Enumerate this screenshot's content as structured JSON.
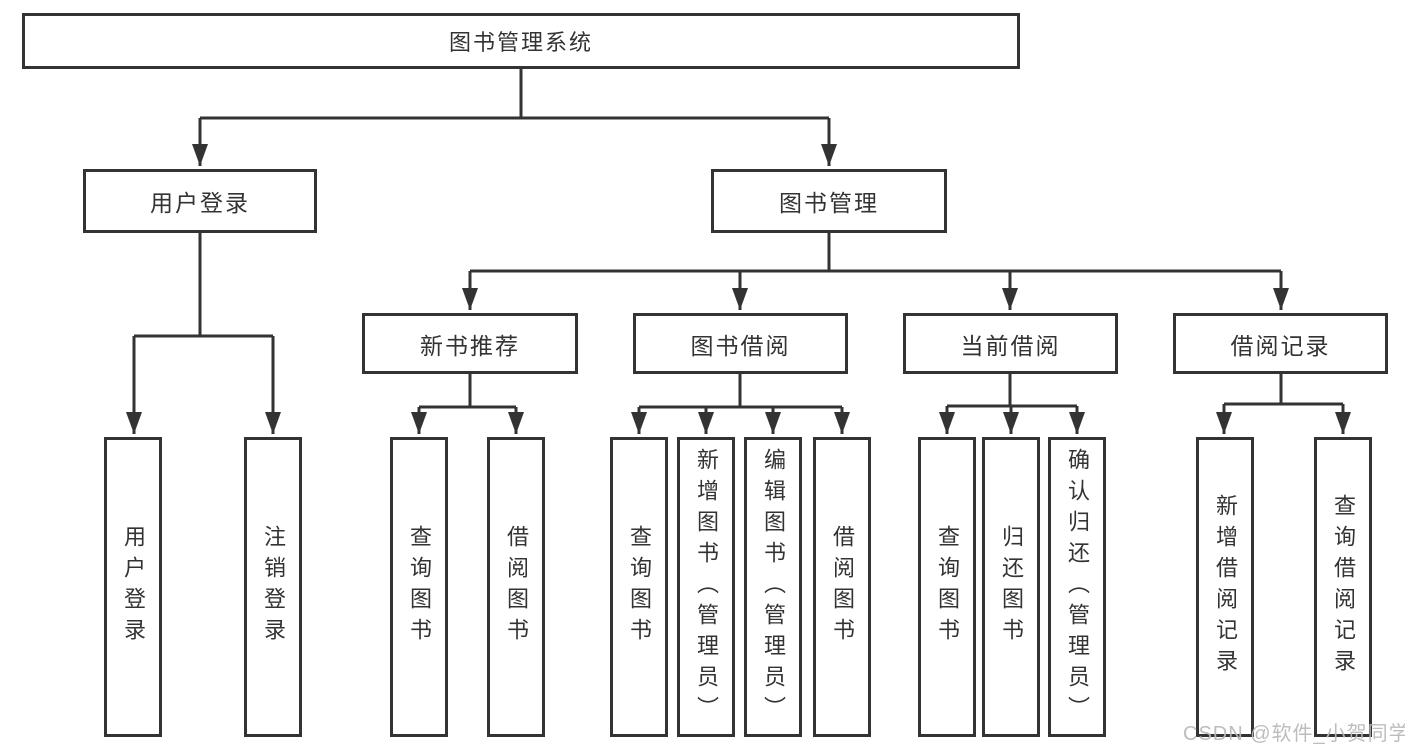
{
  "colors": {
    "line": "#333333",
    "box_border": "#333333",
    "text": "#333333",
    "background": "#ffffff",
    "watermark": "#b9b9b9"
  },
  "watermark": {
    "text": "CSDN @软件_小贺同学"
  },
  "tree": {
    "root": "图书管理系统",
    "children": [
      {
        "label": "用户登录",
        "children": [
          "用户登录",
          "注销登录"
        ]
      },
      {
        "label": "图书管理",
        "children": [
          {
            "label": "新书推荐",
            "children": [
              "查询图书",
              "借阅图书"
            ]
          },
          {
            "label": "图书借阅",
            "children": [
              "查询图书",
              "新增图书（管理员）",
              "编辑图书（管理员）",
              "借阅图书"
            ]
          },
          {
            "label": "当前借阅",
            "children": [
              "查询图书",
              "归还图书",
              "确认归还（管理员）"
            ]
          },
          {
            "label": "借阅记录",
            "children": [
              "新增借阅记录",
              "查询借阅记录"
            ]
          }
        ]
      }
    ]
  }
}
